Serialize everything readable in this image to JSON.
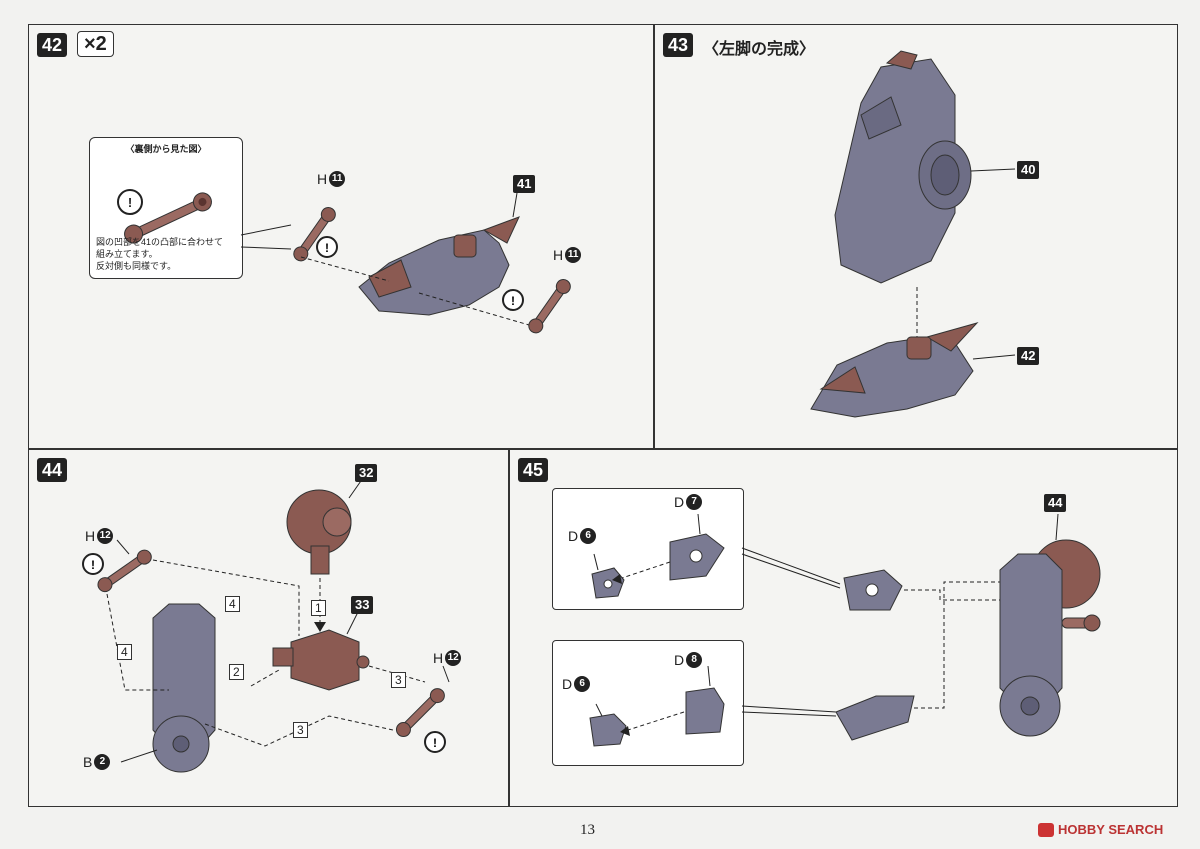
{
  "page_number": "13",
  "watermark": "HOBBY SEARCH",
  "steps": {
    "s42": {
      "num": "42",
      "multiplier": "×2"
    },
    "s43": {
      "num": "43",
      "title": "〈左脚の完成〉"
    },
    "s44": {
      "num": "44"
    },
    "s45": {
      "num": "45"
    }
  },
  "note": {
    "title": "〈裏側から見た図〉",
    "line1": "図の凹部を41の凸部に合わせて",
    "line2": "組み立てます。",
    "line3": "反対側も同様です。"
  },
  "labels": {
    "h11_a": {
      "letter": "H",
      "num": "11"
    },
    "h11_b": {
      "letter": "H",
      "num": "11"
    },
    "ref41": "41",
    "ref40": "40",
    "ref42": "42",
    "ref32": "32",
    "ref33": "33",
    "h12_a": {
      "letter": "H",
      "num": "12"
    },
    "h12_b": {
      "letter": "H",
      "num": "12"
    },
    "b2": {
      "letter": "B",
      "num": "2"
    },
    "ref44": "44",
    "d7": {
      "letter": "D",
      "num": "7"
    },
    "d6_a": {
      "letter": "D",
      "num": "6"
    },
    "d8": {
      "letter": "D",
      "num": "8"
    },
    "d6_b": {
      "letter": "D",
      "num": "6"
    }
  },
  "orders": [
    "1",
    "2",
    "3",
    "3",
    "4",
    "4"
  ],
  "caution": "!",
  "colors": {
    "gray": "#7a7a92",
    "brown": "#8b5a52",
    "ink": "#222222"
  }
}
